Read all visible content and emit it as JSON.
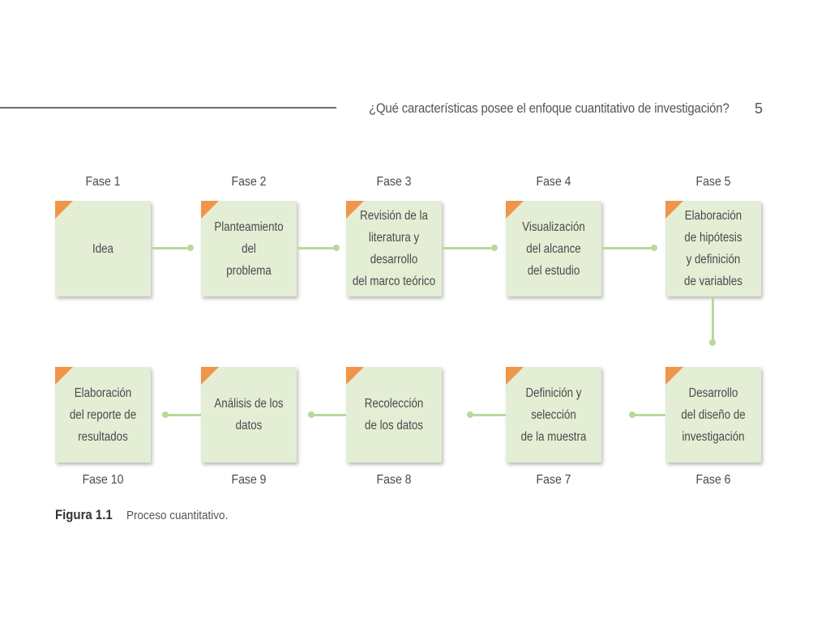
{
  "header": {
    "title": "¿Qué características posee el enfoque cuantitativo de investigación?",
    "page_number": "5"
  },
  "phases": [
    {
      "label": "Fase 1",
      "text": "Idea"
    },
    {
      "label": "Fase 2",
      "text": "Planteamiento\ndel\nproblema"
    },
    {
      "label": "Fase 3",
      "text": "Revisión de la\nliteratura y desarrollo\ndel marco teórico"
    },
    {
      "label": "Fase 4",
      "text": "Visualización\ndel alcance\ndel estudio"
    },
    {
      "label": "Fase 5",
      "text": "Elaboración\nde hipótesis\ny definición\nde variables"
    },
    {
      "label": "Fase 6",
      "text": "Desarrollo\ndel diseño de\ninvestigación"
    },
    {
      "label": "Fase 7",
      "text": "Definición y selección\nde la muestra"
    },
    {
      "label": "Fase 8",
      "text": "Recolección\nde los datos"
    },
    {
      "label": "Fase 9",
      "text": "Análisis de los\ndatos"
    },
    {
      "label": "Fase 10",
      "text": "Elaboración\ndel reporte de\nresultados"
    }
  ],
  "caption": {
    "label": "Figura 1.1",
    "text": "Proceso cuantitativo."
  },
  "colors": {
    "box_fill": "#e3eed5",
    "corner_accent": "#f0954a",
    "connector": "#b9d89a"
  }
}
